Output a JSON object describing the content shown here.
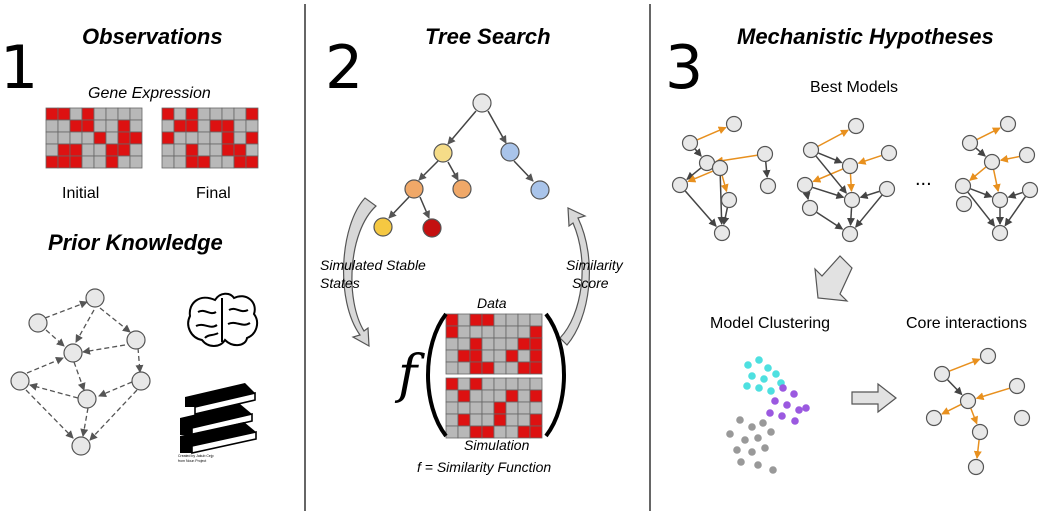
{
  "panel1": {
    "number": "1",
    "title": "Observations",
    "gene_expression_label": "Gene Expression",
    "initial_label": "Initial",
    "final_label": "Final",
    "prior_knowledge_title": "Prior Knowledge",
    "credit_line1": "Created by Jakub Cejp",
    "credit_line2": "from Noun Project"
  },
  "panel2": {
    "number": "2",
    "title": "Tree Search",
    "simulated_stable_states_line1": "Simulated Stable",
    "simulated_stable_states_line2": "States",
    "similarity_score_line1": "Similarity",
    "similarity_score_line2": "Score",
    "data_label": "Data",
    "simulation_label": "Simulation",
    "f_symbol": "f",
    "similarity_function_label": "f = Similarity Function"
  },
  "panel3": {
    "number": "3",
    "title": "Mechanistic Hypotheses",
    "best_models_label": "Best Models",
    "ellipsis": "...",
    "model_clustering_label": "Model Clustering",
    "core_interactions_label": "Core interactions"
  },
  "colors": {
    "red_cell": "#dd1111",
    "gray_cell": "#b8b8b8",
    "node_gray": "#e8e8e8",
    "node_yellow": "#f5dc88",
    "node_blue": "#a9c4ea",
    "node_orange": "#f0a868",
    "node_gold": "#f5c842",
    "node_darkred": "#c41010",
    "edge_orange": "#e8901e",
    "cluster_cyan": "#4ee0e0",
    "cluster_purple": "#9b59e0",
    "cluster_gray": "#999999"
  }
}
